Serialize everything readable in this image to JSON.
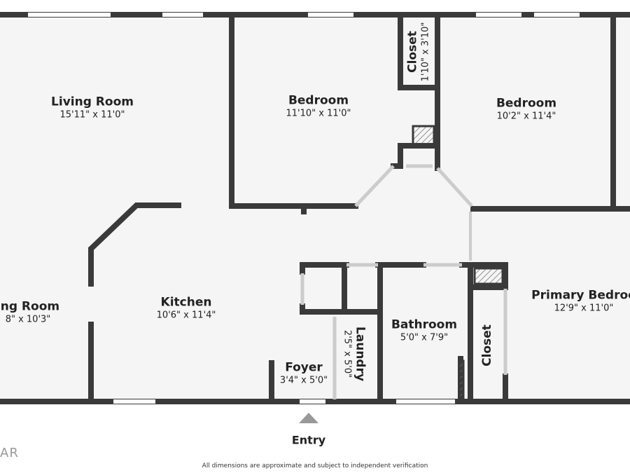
{
  "rooms": [
    {
      "name": "Living Room",
      "dims": "15'11\" x 11'0\""
    },
    {
      "name": "Bedroom",
      "dims": "11'10\" x 11'0\""
    },
    {
      "name": "Closet",
      "dims": "1'10\" x 3'10\""
    },
    {
      "name": "Bedroom",
      "dims": "10'2\" x 11'4\""
    },
    {
      "name": "ing Room",
      "dims": "8\" x 10'3\""
    },
    {
      "name": "Kitchen",
      "dims": "10'6\" x 11'4\""
    },
    {
      "name": "Primary Bedroo",
      "dims": "12'9\" x 11'0\""
    },
    {
      "name": "Bathroom",
      "dims": "5'0\" x 7'9\""
    },
    {
      "name": "Laundry",
      "dims": "2'5\" x 5'0\""
    },
    {
      "name": "Closet",
      "dims": ""
    },
    {
      "name": "Foyer",
      "dims": "3'4\" x 5'0\""
    }
  ],
  "entry_label": "Entry",
  "logo_text": "AR",
  "disclaimer": "All dimensions are approximate and subject to independent verification",
  "colors": {
    "wall": "#3a3a3a",
    "floor": "#f5f5f5"
  }
}
